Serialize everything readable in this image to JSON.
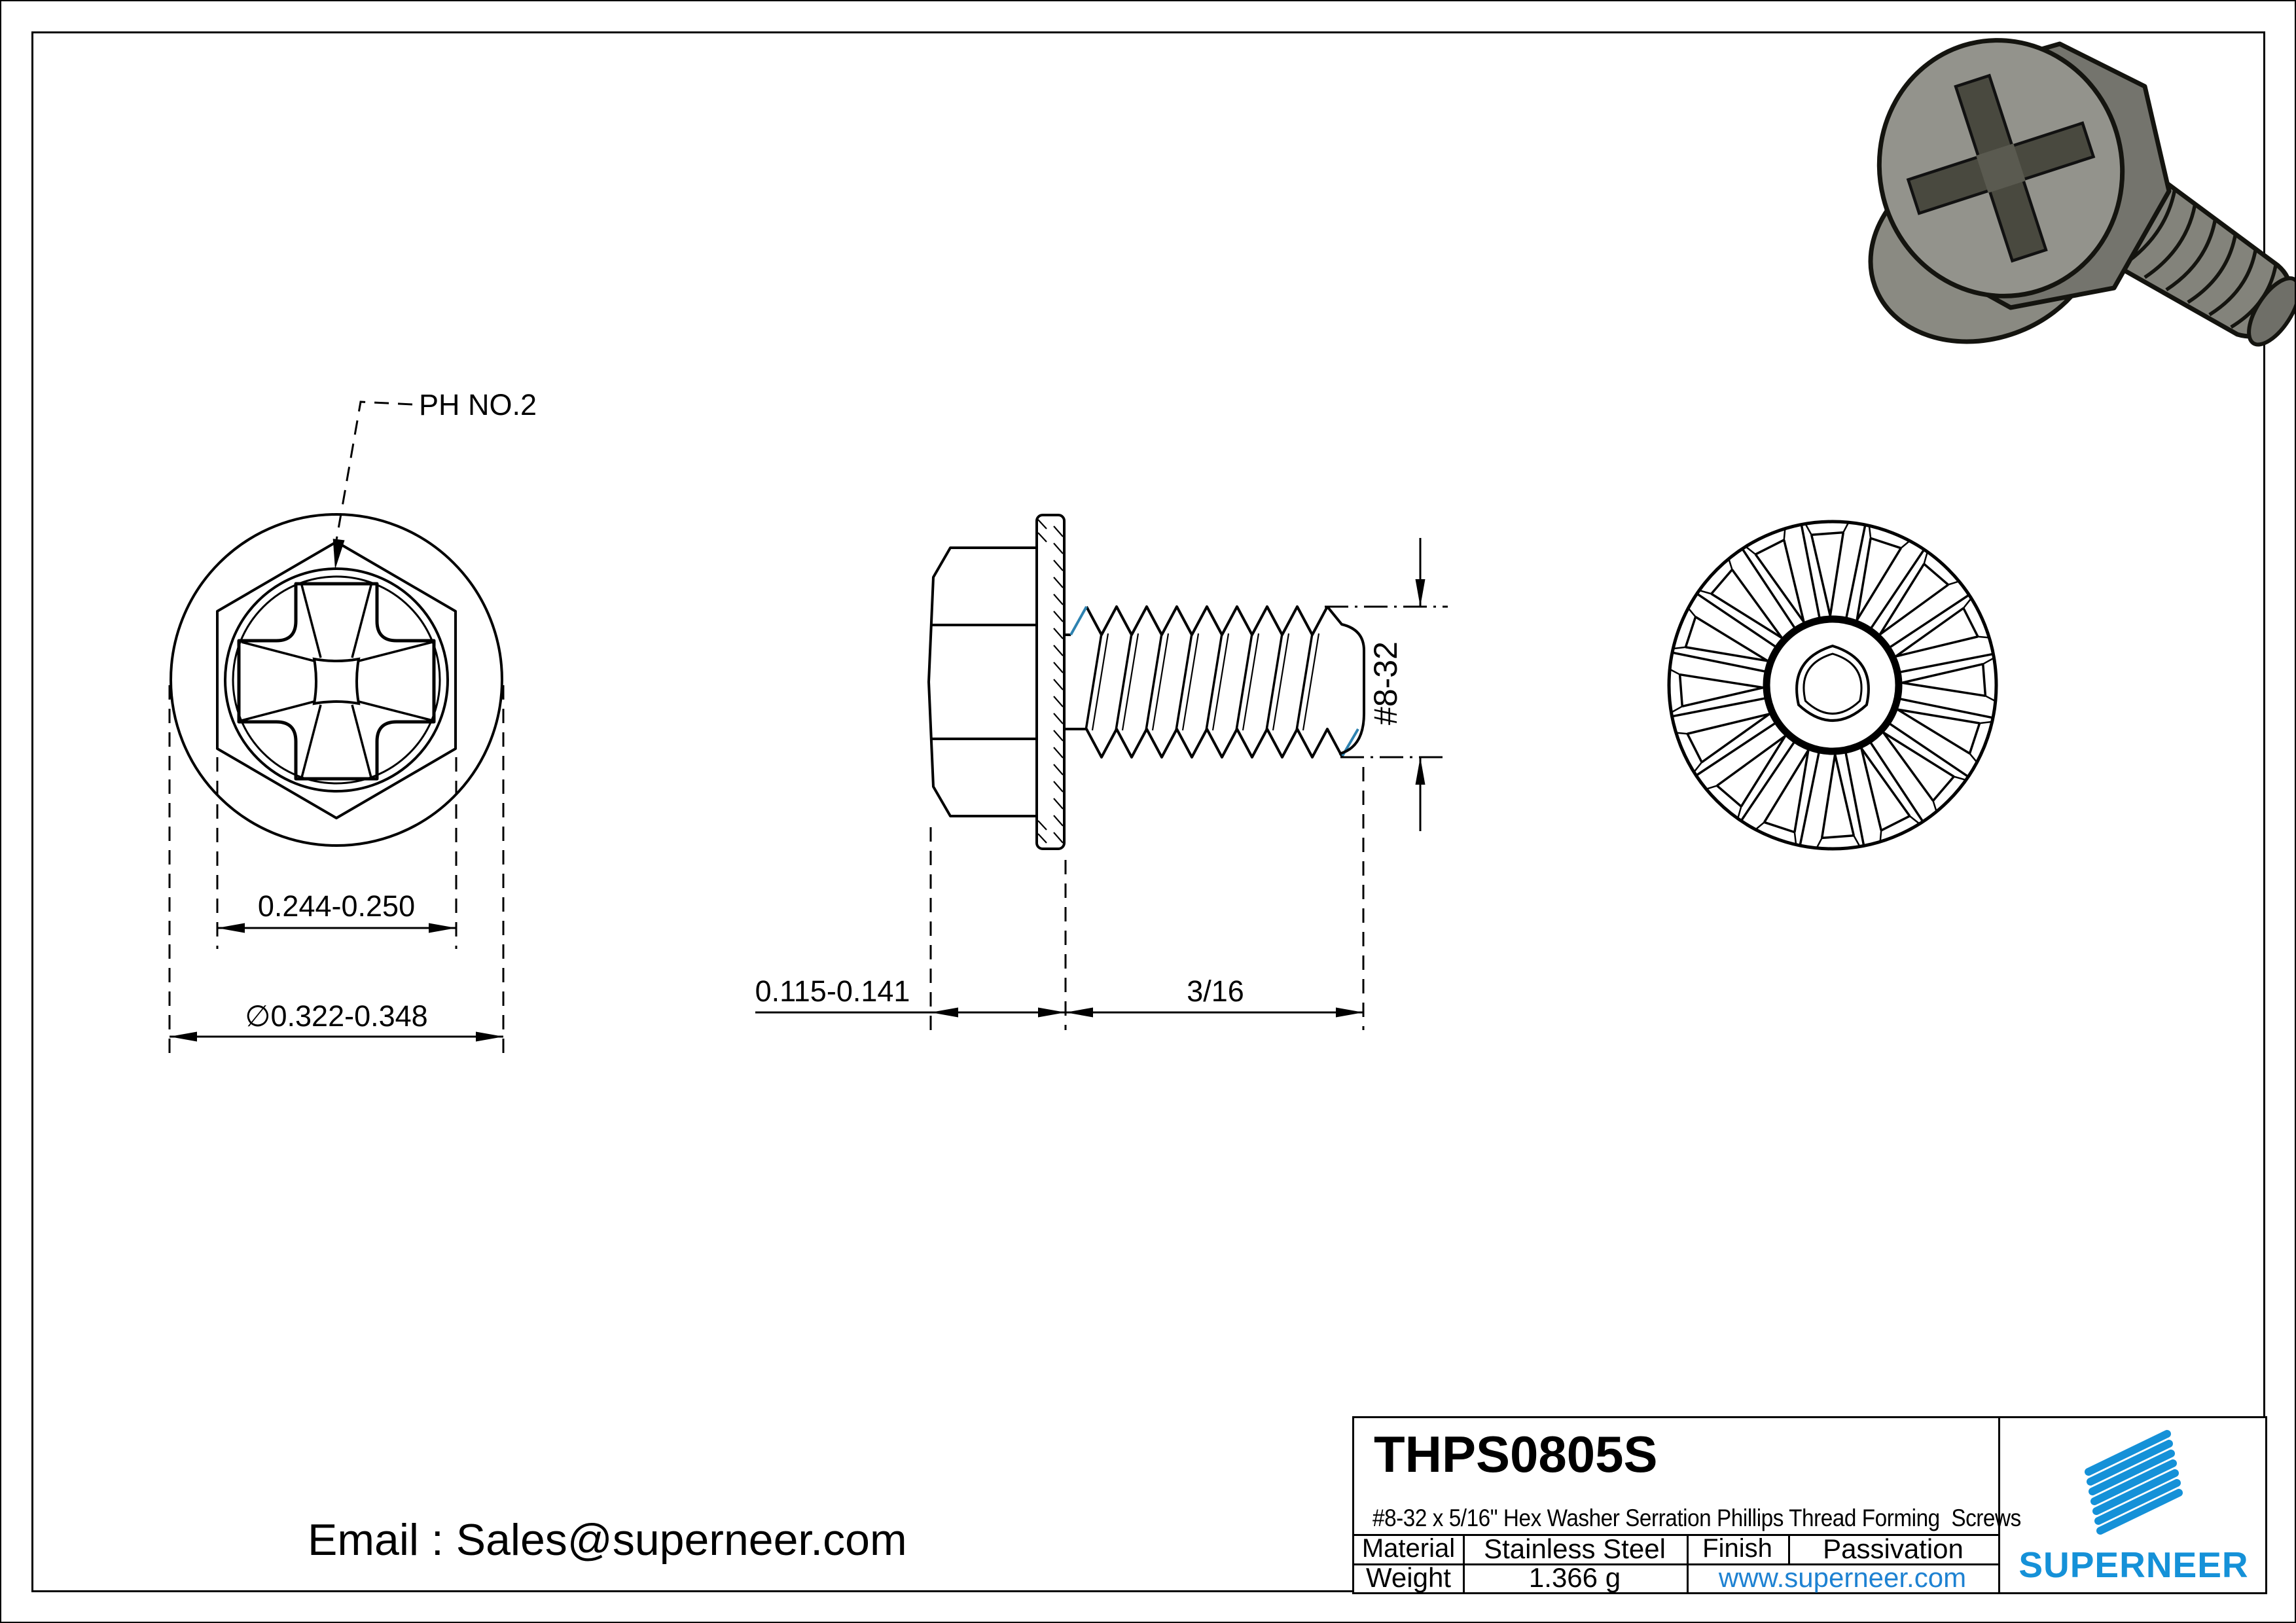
{
  "title_block": {
    "part_number": "THPS0805S",
    "description": "#8-32 x 5/16\" Hex Washer Serration Phillips Thread Forming  Screws",
    "material_label": "Material",
    "material_value": "Stainless Steel",
    "finish_label": "Finish",
    "finish_value": "Passivation",
    "weight_label": "Weight",
    "weight_value": "1.366 g",
    "website": "www.superneer.com",
    "brand": "SUPERNEER"
  },
  "contact": {
    "email_line": "Email : Sales@superneer.com"
  },
  "dimensions": {
    "phillips_label": "PH NO.2",
    "hex_across_flats": "0.244-0.250",
    "washer_diameter": "∅0.322-0.348",
    "head_height": "0.115-0.141",
    "thread_length": "3/16",
    "thread_size": "#8-32"
  },
  "colors": {
    "accent_blue": "#1591d8",
    "link_blue": "#1e82d2",
    "thread_accent_blue": "#2e82b0",
    "line_black": "#000000"
  }
}
